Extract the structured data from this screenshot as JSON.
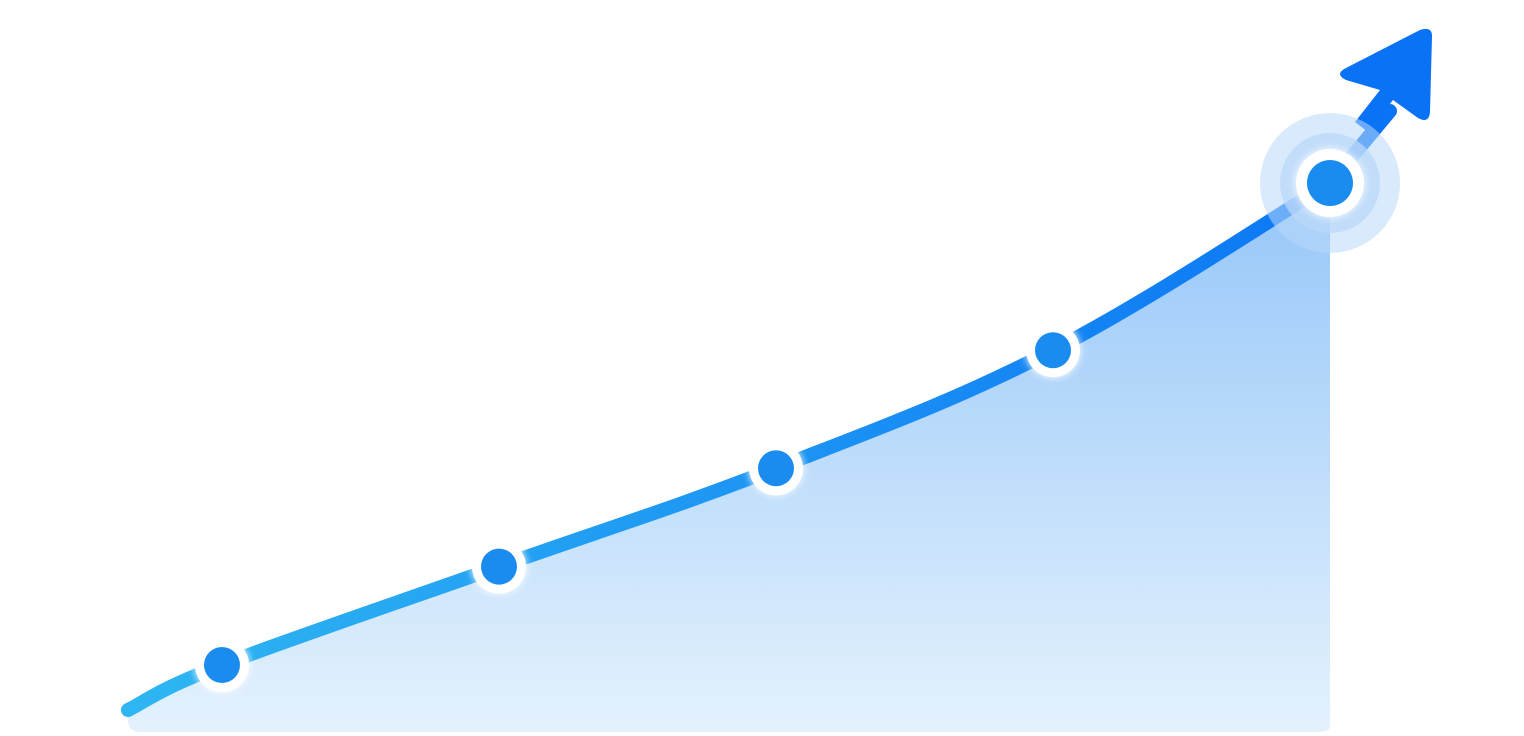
{
  "chart_data": {
    "type": "area",
    "x": [
      1,
      2,
      3,
      4,
      5
    ],
    "series": [
      {
        "values": [
          1.0,
          2.0,
          3.0,
          4.2,
          5.9
        ]
      }
    ],
    "ylim": [
      0,
      6.5
    ],
    "grid": false,
    "axes_visible": false,
    "trend_arrow": true,
    "highlighted_point_index": 4
  },
  "colors": {
    "line_start": "#2eb6f2",
    "line_end": "#0a72f5",
    "area_top": "#8fc3f8",
    "area_bottom": "#e1f0fd",
    "marker_fill": "#1a8cf0",
    "marker_ring": "#ffffff",
    "halo": "#b9d8fa"
  },
  "icons": {
    "trend_arrow": "arrow-up-right-icon"
  }
}
